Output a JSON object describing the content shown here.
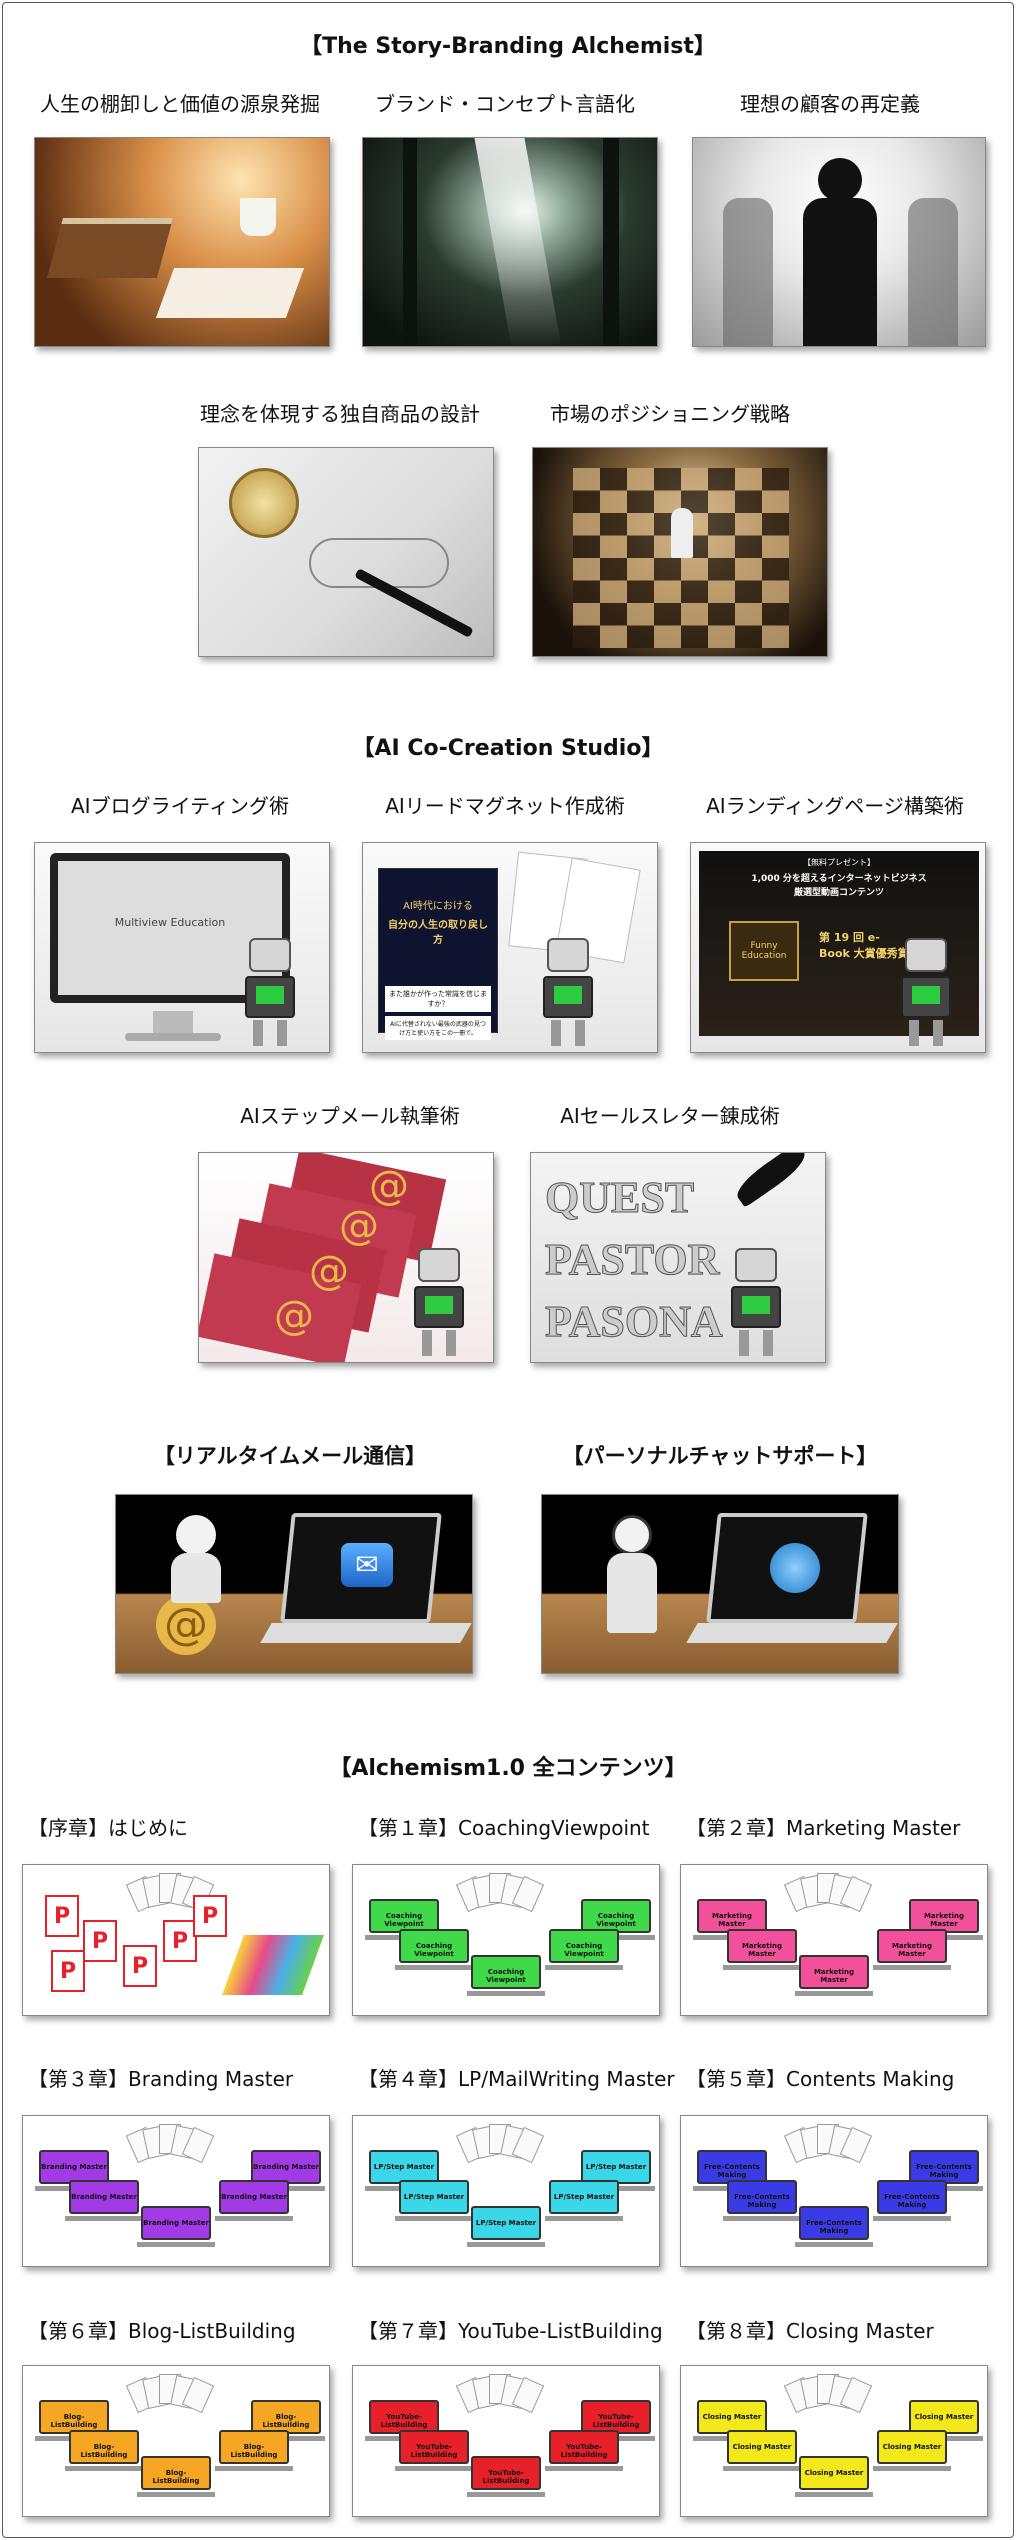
{
  "sections": {
    "story": {
      "title": "【The Story-Branding Alchemist】",
      "items": [
        {
          "label": "人生の棚卸しと価値の源泉発掘"
        },
        {
          "label": "ブランド・コンセプト言語化"
        },
        {
          "label": "理想の顧客の再定義"
        },
        {
          "label": "理念を体現する独自商品の設計"
        },
        {
          "label": "市場のポジショニング戦略"
        }
      ]
    },
    "ai": {
      "title": "【AI Co-Creation Studio】",
      "items": [
        {
          "label": "AIブログライティング術",
          "screen_text": "Multiview Education"
        },
        {
          "label": "AIリードマグネット作成術",
          "book_line1": "AI時代における",
          "book_line2": "自分の人生の取り戻し方",
          "book_sub1": "また誰かが作った常識を信じますか？",
          "book_sub2": "AIに代替されない最強の武器の見つけ方と使い方をこの一冊で。"
        },
        {
          "label": "AIランディングページ構築術",
          "lp_tag": "【無料プレゼント】",
          "lp_head1": "1,000 分を超えるインターネットビジネス",
          "lp_head2": "厳選型動画コンテンツ",
          "lp_box": "第 19 回 e-Book 大賞優秀賞",
          "lp_brand": "Funny Education"
        },
        {
          "label": "AIステップメール執筆術"
        },
        {
          "label": "AIセールスレター錬成術",
          "quest": [
            "QUEST",
            "PASTOR",
            "PASONA"
          ]
        }
      ]
    },
    "support": {
      "items": [
        {
          "label": "【リアルタイムメール通信】"
        },
        {
          "label": "【パーソナルチャットサポート】"
        }
      ]
    },
    "contents": {
      "title": "【Alchemism1.0 全コンテンツ】",
      "items": [
        {
          "label": "【序章】はじめに",
          "color": "#e8202a",
          "kind": "pdf"
        },
        {
          "label": "【第１章】CoachingViewpoint",
          "color": "#3fd94a",
          "screen_text": "Coaching Viewpoint"
        },
        {
          "label": "【第２章】Marketing Master",
          "color": "#f2509a",
          "screen_text": "Marketing Master"
        },
        {
          "label": "【第３章】Branding Master",
          "color": "#a23ae6",
          "screen_text": "Branding Master"
        },
        {
          "label": "【第４章】LP/MailWriting Master",
          "color": "#3ad7e8",
          "screen_text": "LP/Step Master"
        },
        {
          "label": "【第５章】Contents Making",
          "color": "#3a3ae6",
          "screen_text": "Free-Contents Making"
        },
        {
          "label": "【第６章】Blog-ListBuilding",
          "color": "#f5a623",
          "screen_text": "Blog-ListBuilding"
        },
        {
          "label": "【第７章】YouTube-ListBuilding",
          "color": "#e8202a",
          "screen_text": "YouTube-ListBuilding"
        },
        {
          "label": "【第８章】Closing Master",
          "color": "#f2e81a",
          "screen_text": "Closing Master"
        }
      ]
    }
  }
}
